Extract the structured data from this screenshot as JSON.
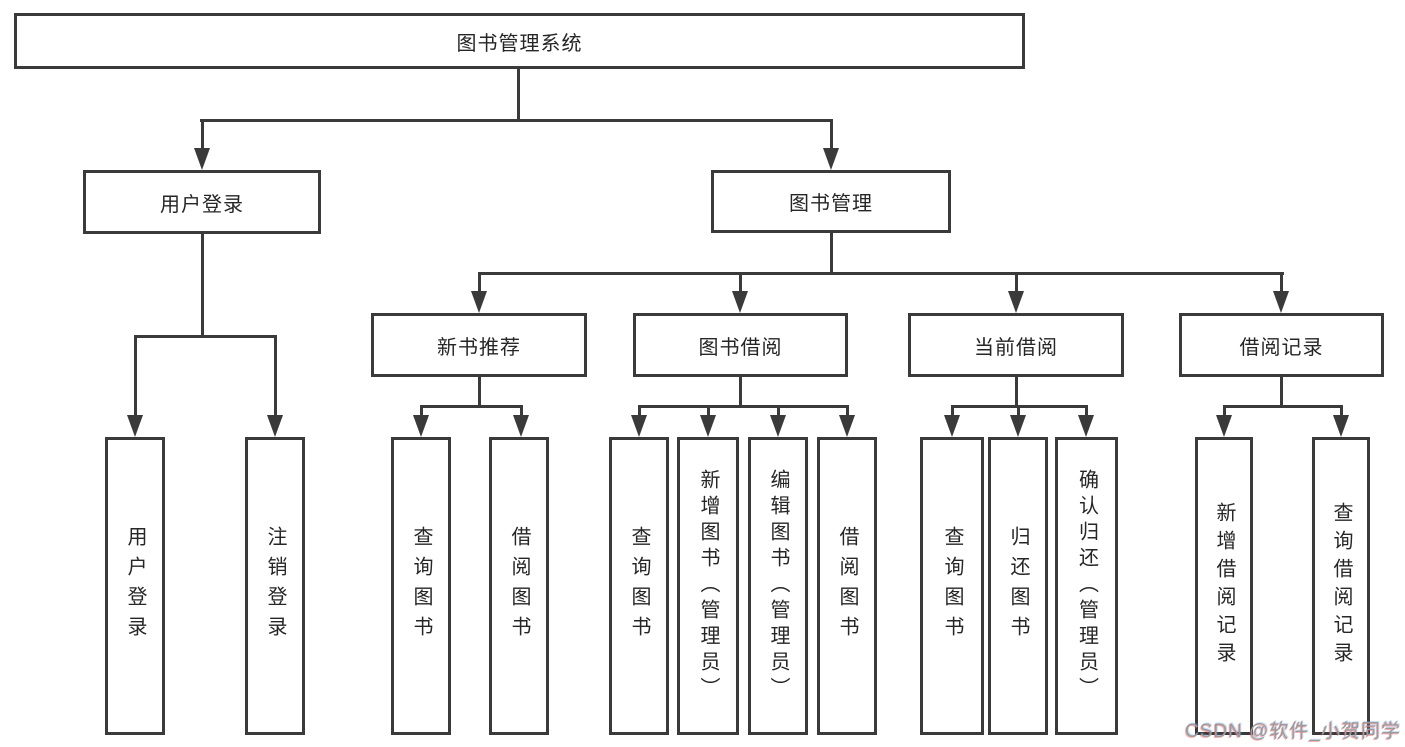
{
  "diagram": {
    "type": "hierarchy-tree",
    "root": {
      "label": "图书管理系统",
      "children": [
        {
          "label": "用户登录",
          "children": [
            {
              "label": "用户登录"
            },
            {
              "label": "注销登录"
            }
          ]
        },
        {
          "label": "图书管理",
          "children": [
            {
              "label": "新书推荐",
              "children": [
                {
                  "label": "查询图书"
                },
                {
                  "label": "借阅图书"
                }
              ]
            },
            {
              "label": "图书借阅",
              "children": [
                {
                  "label": "查询图书"
                },
                {
                  "label": "新增图书（管理员）"
                },
                {
                  "label": "编辑图书（管理员）"
                },
                {
                  "label": "借阅图书"
                }
              ]
            },
            {
              "label": "当前借阅",
              "children": [
                {
                  "label": "查询图书"
                },
                {
                  "label": "归还图书"
                },
                {
                  "label": "确认归还（管理员）"
                }
              ]
            },
            {
              "label": "借阅记录",
              "children": [
                {
                  "label": "新增借阅记录"
                },
                {
                  "label": "查询借阅记录"
                }
              ]
            }
          ]
        }
      ]
    }
  },
  "watermark": {
    "text": "CSDN @软件_小贺同学"
  },
  "colors": {
    "line": "#3a3a3a",
    "text": "#262626",
    "background": "#ffffff",
    "watermark": "#9b9b9b"
  }
}
